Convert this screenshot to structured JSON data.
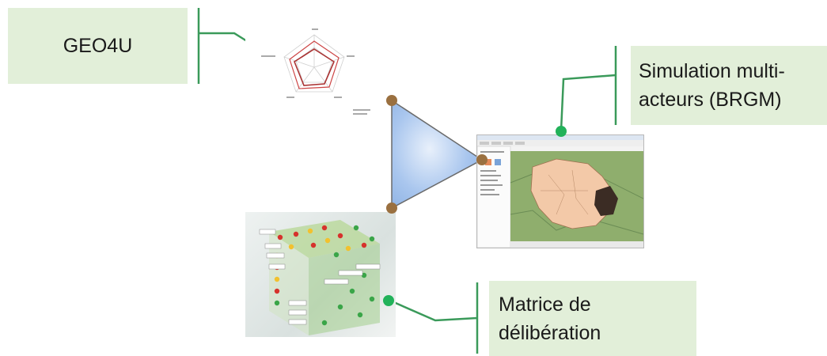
{
  "callouts": {
    "geo4u": "GEO4U",
    "simulation": [
      "Simulation multi-",
      "acteurs (BRGM)"
    ],
    "matrice": [
      "Matrice de",
      "délibération"
    ]
  },
  "colors": {
    "callout_bg": "#e2efd9",
    "connector": "#3a9a5a",
    "node_dot": "#9a7040",
    "triangle_fill": "#a9c6ee",
    "triangle_stroke": "#6a6a6a",
    "accent_dot": "#22b25a"
  },
  "icons": [
    "radar-chart-thumbnail",
    "gis-map-window-thumbnail",
    "deliberation-matrix-3d-thumbnail"
  ]
}
